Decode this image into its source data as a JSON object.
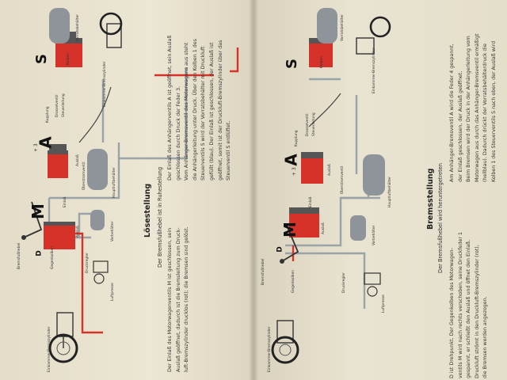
{
  "left_page": {
    "title": "Lösestellung",
    "subtitle": "Der Bremsfußhebel ist in Ruhestellung",
    "col1": [
      "Der Einlaß des Motorwagenventils M ist geschlossen, sein",
      "Auslaß geöffnet, dadurch ist die Bremsleitung zum Druck-",
      "luft-Bremszylinder drucklos (rot); die Bremsen sind gelöst."
    ],
    "col2": [
      "Der Einlaß des Anhängerventils A ist geöffnet, sein Auslaß",
      "geschlossen durch Druck der Feder 3.",
      "Vom Anhänger-Bremsventil des Motorwagens aus steht",
      "die Anhängerleitung unter Druck. Über den Kolben 1 des",
      "Steuerventils S wird der Vorratsbehälter mit Druckluft",
      "gefüllt (blau). Der Einlaß ist geschlossen, der Auslaß ist",
      "geöffnet, somit ist der Druckluft-Bremszylinder über das",
      "Steuerventil S entlüftet."
    ],
    "valves": {
      "m": "M",
      "a": "A",
      "s": "S",
      "d": "D"
    },
    "labels": {
      "bremsfusshebel": "Bremsfußhebel",
      "gegenkolben": "Gegenkolben",
      "druckregler": "Druckregler",
      "luftpresse": "Luftpresse",
      "vorbehaelter": "Vorbehälter",
      "hauptluftbehaelter": "Hauptluftbehälter",
      "ueberstroemventil": "Überstromventil",
      "einkammer_bremszylinder": "Einkammer-Bremszylinder",
      "kupplung": "Kupplung",
      "drosselventil": "Drosselventil",
      "steuerleitung": "Steuerleitung",
      "vorratsbehaelter": "Vorratsbehälter",
      "einlass": "Einlaß",
      "auslass": "Auslaß",
      "kolben": "Kolben",
      "num": "+ 3"
    }
  },
  "right_page": {
    "title": "Bremsstellung",
    "subtitle": "Der Bremsfußhebel wird heruntergetreten",
    "col1": [
      "D ist Drehpunkt. Der Gegenkolben des Motorwagen-",
      "ventils M wird nach rechts verschoben, seine Druckfeder 1",
      "gespannt, er schließt den Auslaß und öffnet den Einlaß.",
      "Druckluft strömt in den Druckluft-Bremszylinder (rot),",
      "die Bremsen werden angezogen."
    ],
    "col2": [
      "Am Anhänger-Bremsventil A wird die Feder 4 gespannt,",
      "der Einlaß geschlossen, der Auslaß geöffnet.",
      "Beim Bremsen wird der Druck in der Anhängerleitung vom",
      "Motorwagen aus durch das Anhänger-Bremsventil ermäßigt",
      "(hellblau). Dadurch drückt der Vorratsbehälterdruck die",
      "Kolben 1 des Steuerventils S nach oben, der Auslaß wird"
    ],
    "valves": {
      "m": "M",
      "a": "A",
      "s": "S",
      "d": "D"
    },
    "labels": {
      "bremsfusshebel": "Bremsfußhebel",
      "gegenkolben": "Gegenkolben",
      "druckregler": "Druckregler",
      "luftpresse": "Luftpresse",
      "vorbehaelter": "Vorbehälter",
      "hauptluftbehaelter": "Hauptluftbehälter",
      "ueberstroemventil": "Überstromventil",
      "einkammer_bremszylinder": "Einkammer-Bremszylinder",
      "kupplung": "Kupplung",
      "drosselventil": "Drosselventil",
      "steuerleitung": "Steuerleitung",
      "vorratsbehaelter": "Vorratsbehälter",
      "einlass": "Einlaß",
      "auslass": "Auslaß",
      "kolben": "Kolben",
      "num": "+ 3"
    }
  },
  "colors": {
    "paper": "#e9e3d1",
    "pressure_red": "#d6322a",
    "tank_gray": "#8e949a",
    "line_gray": "#9aa3a8",
    "ink": "#222222"
  }
}
